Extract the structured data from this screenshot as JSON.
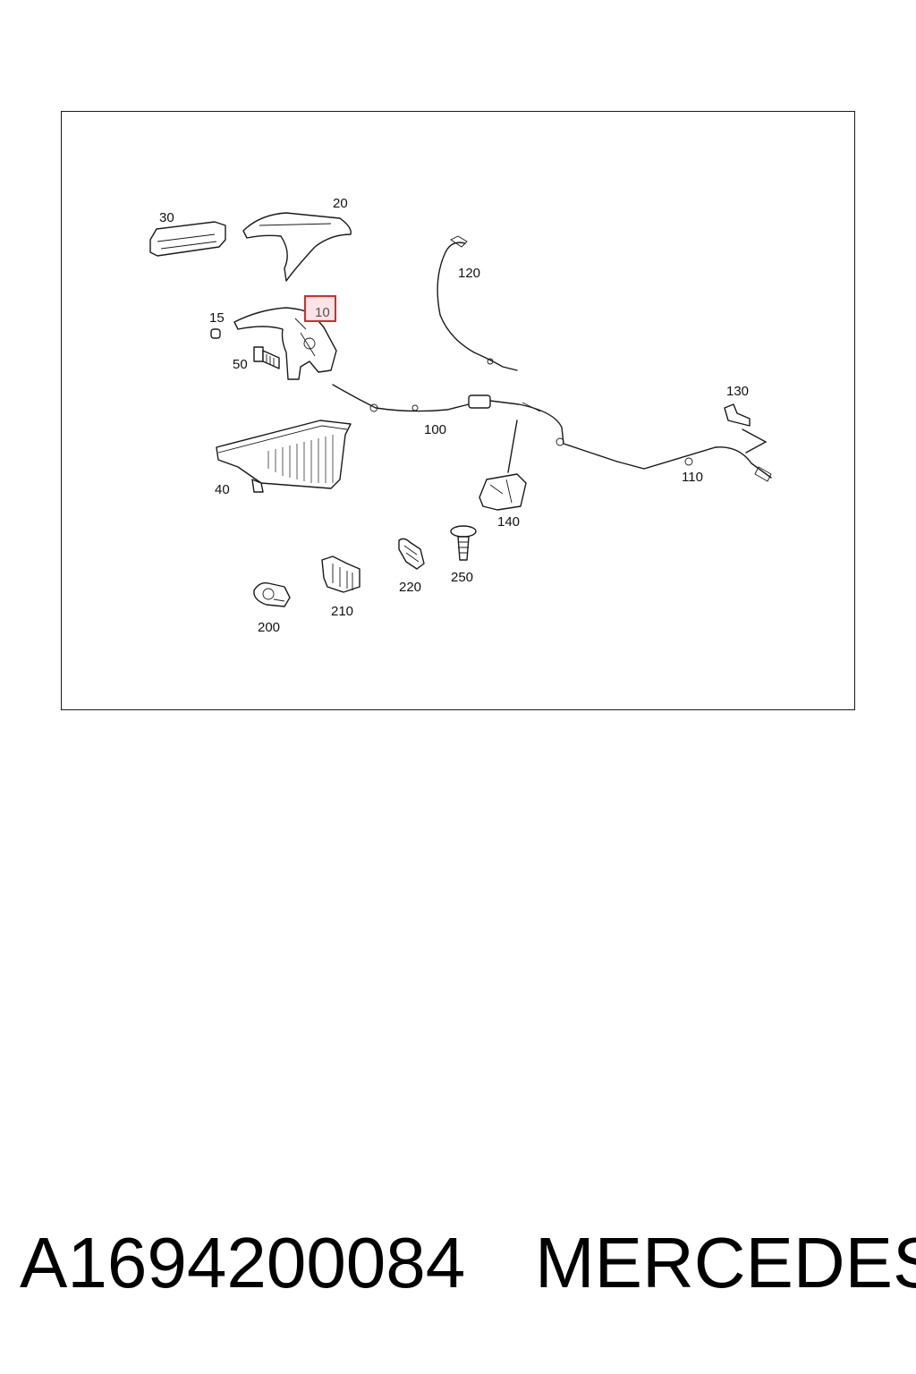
{
  "diagram": {
    "callouts": {
      "c10": "10",
      "c15": "15",
      "c20": "20",
      "c30": "30",
      "c40": "40",
      "c50": "50",
      "c100": "100",
      "c110": "110",
      "c120": "120",
      "c130": "130",
      "c140": "140",
      "c200": "200",
      "c210": "210",
      "c220": "220",
      "c250": "250"
    },
    "highlighted_callout": "10",
    "highlight_color": "#d62b2b"
  },
  "footer": {
    "part_number": "A1694200084",
    "brand": "MERCEDES"
  }
}
